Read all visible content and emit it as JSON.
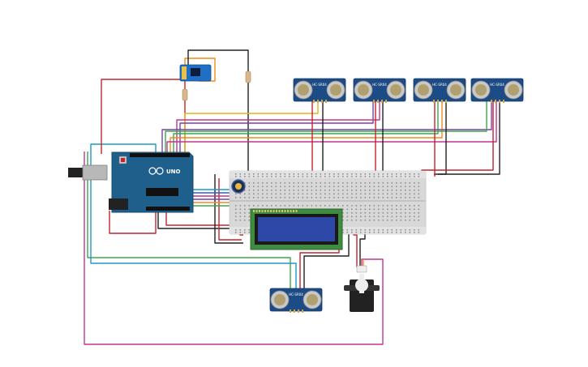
{
  "components": {
    "arduino": {
      "brand_text": "UNO",
      "accent_color": "#1f5f8b"
    },
    "ultrasonic_sensors": [
      {
        "label": "HC-SR04"
      },
      {
        "label": "HC-SR04"
      },
      {
        "label": "HC-SR04"
      },
      {
        "label": "HC-SR04"
      },
      {
        "label": "HC-SR04"
      }
    ],
    "lcd": {
      "screen_color": "#2e48a8"
    },
    "rtc_module": {
      "color": "#1f6fc4"
    },
    "servo": {
      "color": "#222222"
    },
    "breadboard": {
      "color": "#d8d8d8"
    }
  },
  "wire_colors": {
    "red": "#c4232e",
    "black": "#222222",
    "magenta": "#c2358d",
    "purple": "#7a3fb0",
    "green": "#3aa84b",
    "yellow": "#e4b21e",
    "orange": "#ef8a1e",
    "cyan": "#1e9ac4",
    "blue": "#2d5bd1",
    "gray": "#8a8a8a"
  }
}
